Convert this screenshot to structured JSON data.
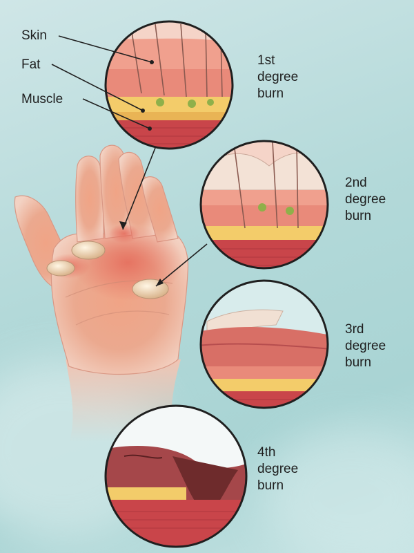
{
  "layer_labels": {
    "skin": "Skin",
    "fat": "Fat",
    "muscle": "Muscle"
  },
  "burns": [
    {
      "ordinal": "1st",
      "line2": "degree",
      "line3": "burn"
    },
    {
      "ordinal": "2nd",
      "line2": "degree",
      "line3": "burn"
    },
    {
      "ordinal": "3rd",
      "line2": "degree",
      "line3": "burn"
    },
    {
      "ordinal": "4th",
      "line2": "degree",
      "line3": "burn"
    }
  ],
  "colors": {
    "background": "#b3d9d9",
    "skin_outer": "#f0a08e",
    "dermis": "#e98a7a",
    "fat": "#f3cc6a",
    "muscle": "#c9454a",
    "charred": "#6e2b2c",
    "blister": "#f4e6c8"
  }
}
